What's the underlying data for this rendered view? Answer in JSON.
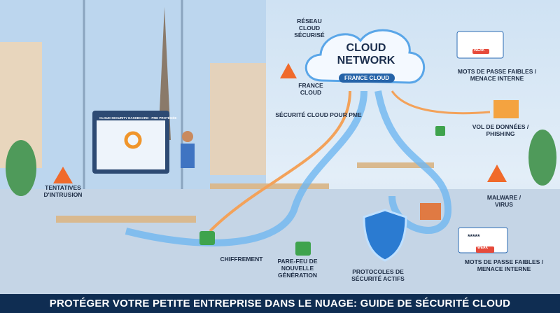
{
  "illustration": {
    "cloud_title": "CLOUD NETWORK",
    "cloud_badge": "FRANCE CLOUD",
    "dashboard_title": "CLOUD SECURITY DASHBOARD - PME PROTÉGÉE",
    "weak_badge": "WEAK",
    "password_mask": "*****",
    "labels": {
      "reseau": "RÉSEAU CLOUD SÉCURISÉ",
      "france_cloud": "FRANCE CLOUD",
      "securite_pme": "SÉCURITÉ CLOUD POUR PME",
      "mots_passe_top": "MOTS DE PASSE FAIBLES / MENACE INTERNE",
      "vol": "VOL DE DONNÉES / PHISHING",
      "intrusion": "TENTATIVES D'INTRUSION",
      "malware": "MALWARE / VIRUS",
      "mots_passe_bottom": "MOTS DE PASSE FAIBLES / MENACE INTERNE",
      "chiffrement": "CHIFFREMENT",
      "parefeu": "PARE-FEU DE NOUVELLE GÉNÉRATION",
      "protocoles": "PROTOCOLES DE SÉCURITÉ ACTIFS"
    },
    "colors": {
      "banner": "#0f2d52",
      "accent": "#2b7bd1",
      "warning": "#f06a2b",
      "lock": "#3fa34d"
    }
  },
  "banner": {
    "title": "PROTÉGER VOTRE PETITE ENTREPRISE DANS LE NUAGE: GUIDE DE SÉCURITÉ CLOUD"
  }
}
